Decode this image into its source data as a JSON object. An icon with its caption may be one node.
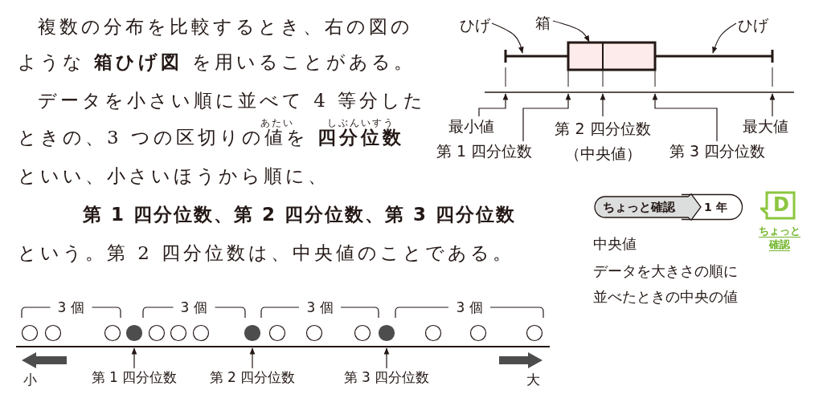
{
  "diagram": {
    "nodes": [
      {
        "text": [
          "ひげ"
        ]
      },
      {
        "text": [
          "箱"
        ]
      },
      {
        "text": [
          "ひげ"
        ]
      },
      {
        "text": [
          "最小値"
        ]
      },
      {
        "text": [
          "第 2 四分位数",
          "（中央値）"
        ]
      },
      {
        "text": [
          "最大値"
        ]
      },
      {
        "text": [
          "第 1 四分位数"
        ]
      },
      {
        "text": [
          "第 3 四分位数"
        ]
      },
      {
        "text": [
          "ちょっと確認",
          "1 年"
        ]
      },
      {
        "text": [
          "D"
        ],
        "beside": [
          "ちょっと確認"
        ]
      },
      {
        "text": [
          "第 1 四分位数"
        ]
      },
      {
        "text": [
          "第 2 四分位数"
        ]
      },
      {
        "text": [
          "第 3 四分位数"
        ]
      },
      {
        "text": [],
        "shape": "picture"
      }
    ],
    "edges": [
      {
        "from": 0,
        "to": 13,
        "arrow": "to"
      },
      {
        "from": 1,
        "to": 13,
        "arrow": "to"
      },
      {
        "from": 2,
        "to": 13,
        "arrow": "to"
      },
      {
        "from": 3,
        "to": 13,
        "arrow": "to"
      },
      {
        "from": 6,
        "to": 13,
        "arrow": "to"
      },
      {
        "from": 4,
        "to": 13,
        "arrow": "to"
      },
      {
        "from": 7,
        "to": 13,
        "arrow": "to"
      },
      {
        "from": 5,
        "to": 13,
        "arrow": "to"
      },
      {
        "from": 10,
        "to": null,
        "arrow": "to"
      },
      {
        "from": 11,
        "to": null,
        "arrow": "to"
      },
      {
        "from": 12,
        "to": null,
        "arrow": "to"
      }
    ],
    "labels": [
      "複数の分布を比較するとき、右の図の",
      "ような **箱ひげ図** を用いることがある。",
      "データを小さい順に並べて 4 等分した",
      "あたい",
      "しぶんいすう",
      "ときの、3 つの区切りの値を **四分位数**",
      "といい、小さいほうから順に、",
      "第 1 四分位数、第 2 四分位数、第 3 四分位数",
      "という。第 2 四分位数は、中央値のことである。",
      "中央値",
      "データを大きさの順に並べたときの中央の値",
      "3 個",
      "3 個",
      "3 個",
      "3 個",
      "小",
      "大"
    ]
  }
}
